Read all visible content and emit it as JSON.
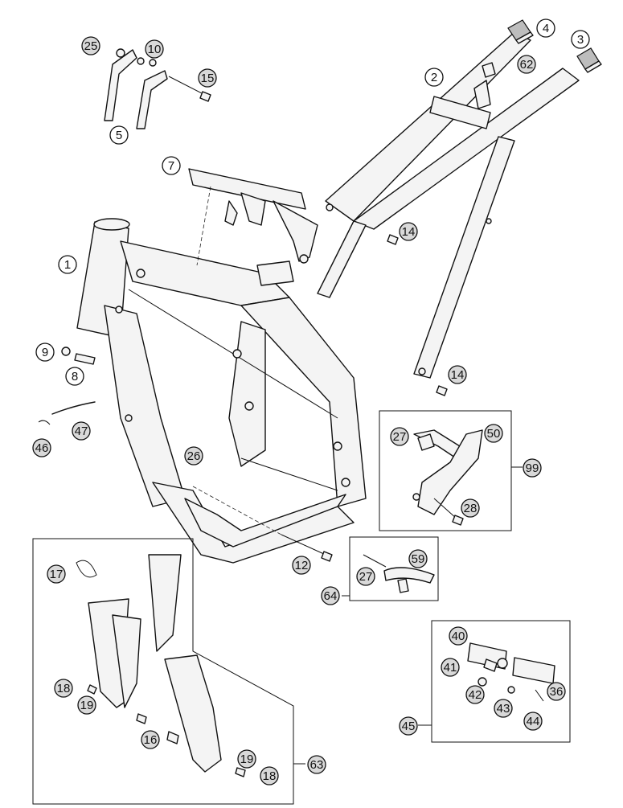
{
  "callouts": {
    "c1": "1",
    "c2": "2",
    "c3": "3",
    "c4": "4",
    "c5": "5",
    "c7": "7",
    "c8": "8",
    "c9": "9",
    "c10": "10",
    "c12": "12",
    "c14a": "14",
    "c14b": "14",
    "c15": "15",
    "c16": "16",
    "c17": "17",
    "c18a": "18",
    "c18b": "18",
    "c19a": "19",
    "c19b": "19",
    "c25": "25",
    "c26": "26",
    "c27a": "27",
    "c27b": "27",
    "c28": "28",
    "c36": "36",
    "c40": "40",
    "c41": "41",
    "c42": "42",
    "c43": "43",
    "c44": "44",
    "c45": "45",
    "c46": "46",
    "c47": "47",
    "c50": "50",
    "c59": "59",
    "c62": "62",
    "c63": "63",
    "c64": "64",
    "c99": "99"
  }
}
